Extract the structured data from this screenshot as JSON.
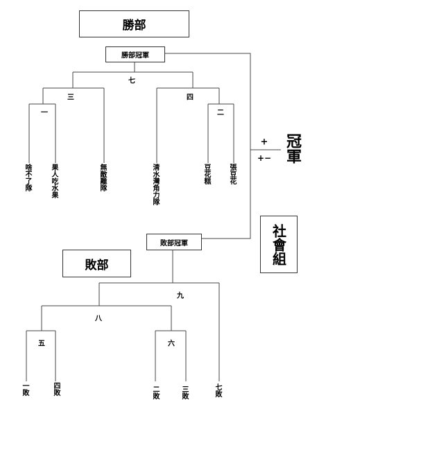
{
  "winners": {
    "title": "勝部",
    "champion": "勝部冠軍",
    "matches": {
      "m1": "一",
      "m2": "二",
      "m3": "三",
      "m4": "四",
      "m7": "七"
    },
    "teams": [
      "啥不了隊",
      "果人吃水果",
      "無敵離隊",
      "清水灣角力隊",
      "豆花糕",
      "張豆花"
    ]
  },
  "losers": {
    "title": "敗部",
    "champion": "敗部冠軍",
    "matches": {
      "m5": "五",
      "m6": "六",
      "m8": "八",
      "m9": "九"
    },
    "slots": [
      "一敗",
      "四敗",
      "二敗",
      "三敗",
      "七敗"
    ]
  },
  "final": {
    "plus": "+",
    "plusminus": "+−",
    "title": "冠軍"
  },
  "division": "社會組"
}
